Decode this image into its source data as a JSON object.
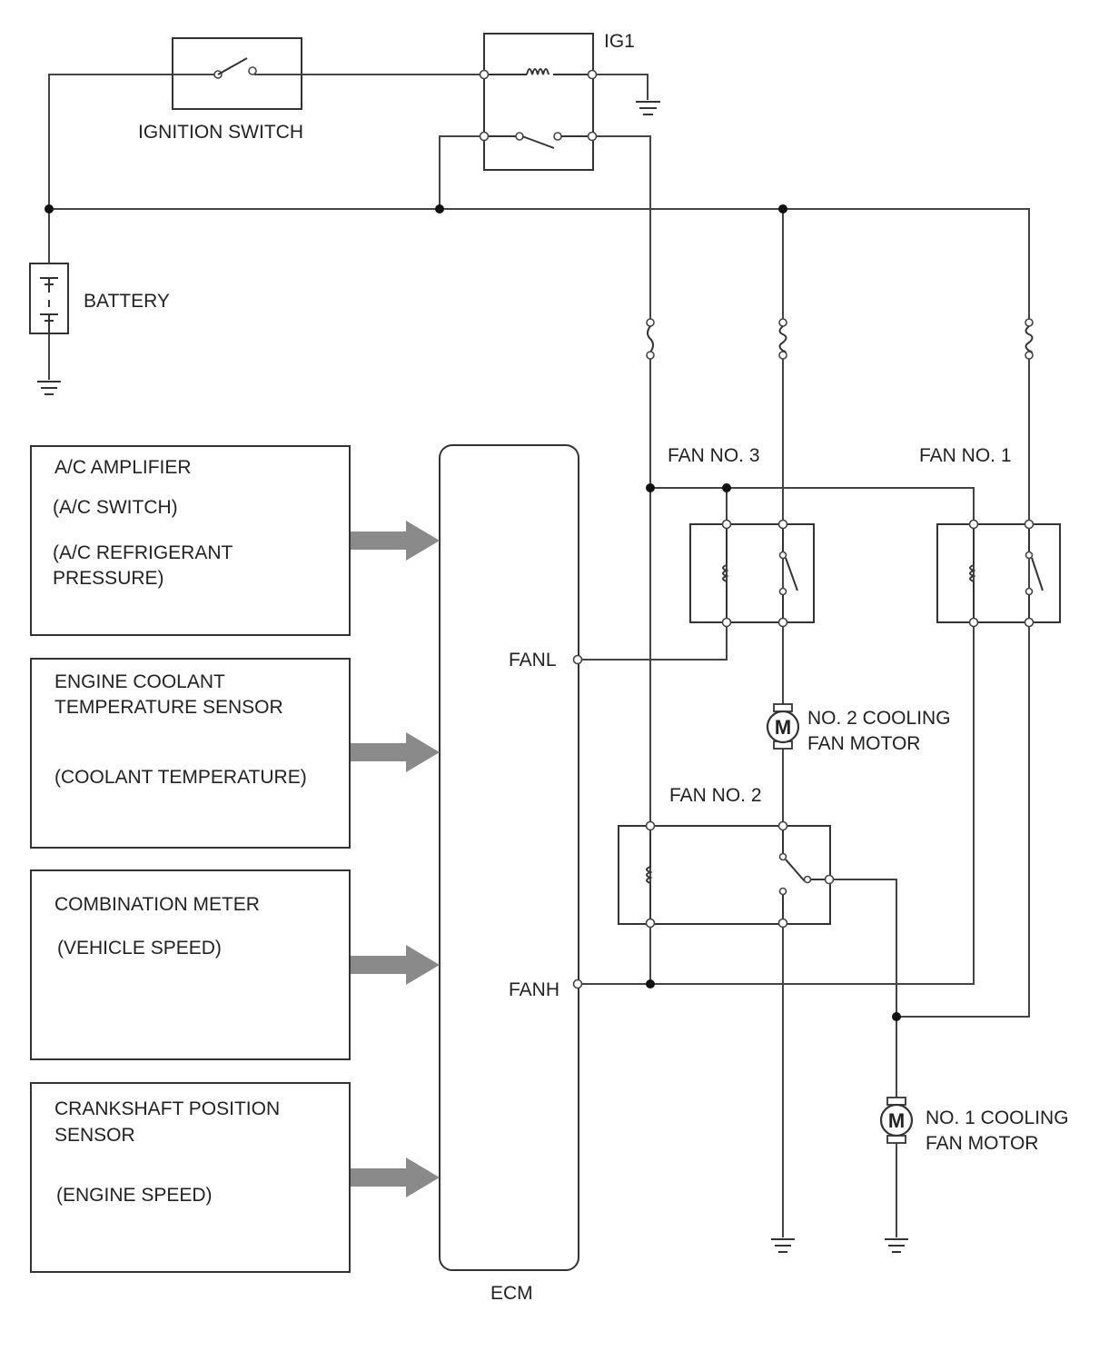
{
  "labels": {
    "ignition_switch": "IGNITION SWITCH",
    "ig1": "IG1",
    "battery": "BATTERY",
    "ecm": "ECM",
    "fanl": "FANL",
    "fanh": "FANH",
    "fan_no3": "FAN NO. 3",
    "fan_no1": "FAN NO. 1",
    "fan_no2": "FAN NO. 2",
    "motor_symbol": "M",
    "no2_motor": [
      "NO. 2 COOLING",
      "FAN MOTOR"
    ],
    "no1_motor": [
      "NO. 1 COOLING",
      "FAN MOTOR"
    ]
  },
  "inputs": [
    {
      "lines": [
        "A/C AMPLIFIER",
        "(A/C SWITCH)",
        "(A/C REFRIGERANT",
        "PRESSURE)"
      ]
    },
    {
      "lines": [
        "ENGINE COOLANT",
        "TEMPERATURE SENSOR",
        "(COOLANT TEMPERATURE)"
      ]
    },
    {
      "lines": [
        "COMBINATION METER",
        "(VEHICLE SPEED)"
      ]
    },
    {
      "lines": [
        "CRANKSHAFT POSITION",
        "SENSOR",
        "(ENGINE SPEED)"
      ]
    }
  ]
}
